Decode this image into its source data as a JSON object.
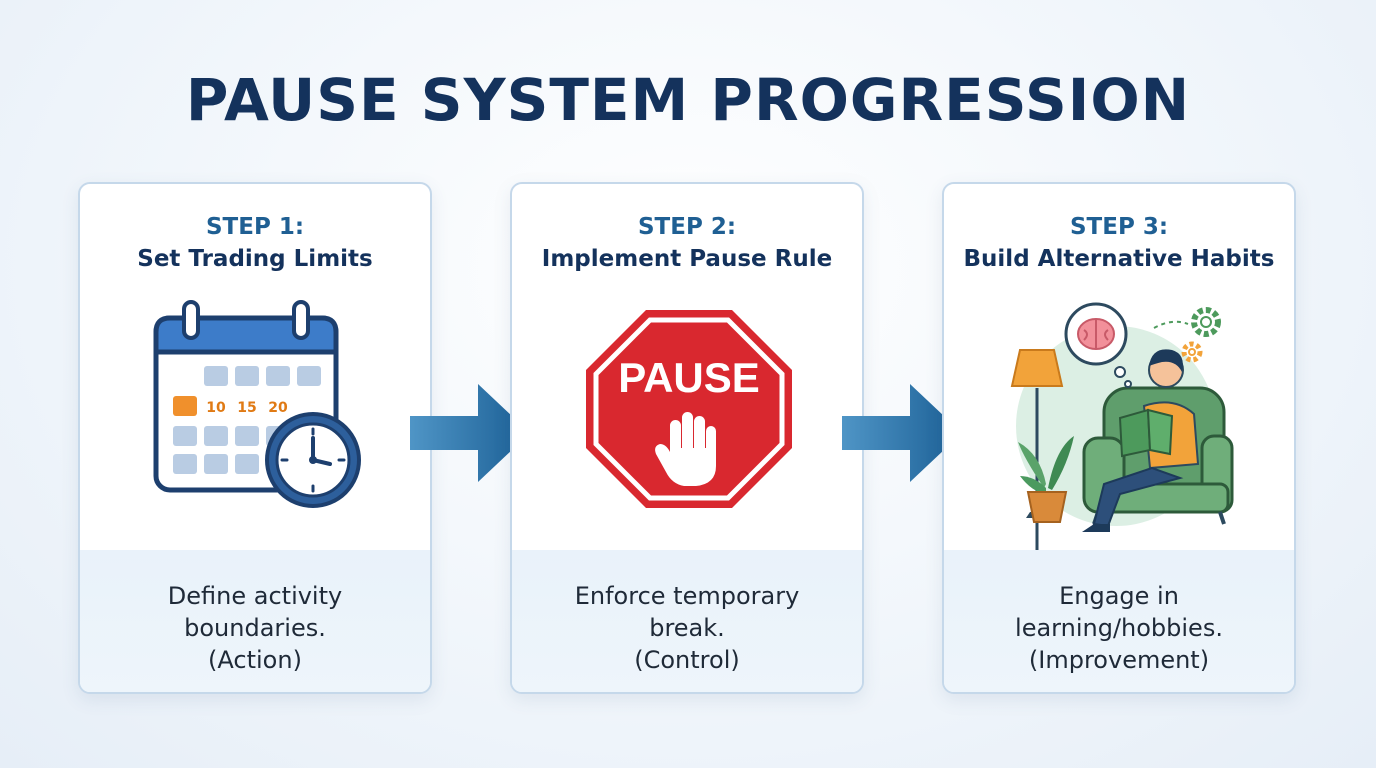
{
  "title": "PAUSE SYSTEM PROGRESSION",
  "steps": [
    {
      "number": "STEP 1:",
      "title": "Set Trading Limits",
      "description": [
        "Define activity",
        "boundaries.",
        "(Action)"
      ],
      "icon": "calendar-clock-icon",
      "calendar_dates": [
        "10",
        "15",
        "20"
      ]
    },
    {
      "number": "STEP 2:",
      "title": "Implement Pause Rule",
      "description": [
        "Enforce temporary",
        "break.",
        "(Control)"
      ],
      "icon": "stop-sign-icon",
      "sign_text": "PAUSE"
    },
    {
      "number": "STEP 3:",
      "title": "Build Alternative Habits",
      "description": [
        "Engage in",
        "learning/hobbies.",
        "(Improvement)"
      ],
      "icon": "person-reading-icon"
    }
  ],
  "colors": {
    "title": "#14325c",
    "step_number": "#1f5f93",
    "card_border": "#c5d8ea",
    "arrow": "#1f6a9f",
    "stop_sign": "#d9282f",
    "calendar_header": "#3d7cc9",
    "highlight_date": "#f0902c"
  }
}
